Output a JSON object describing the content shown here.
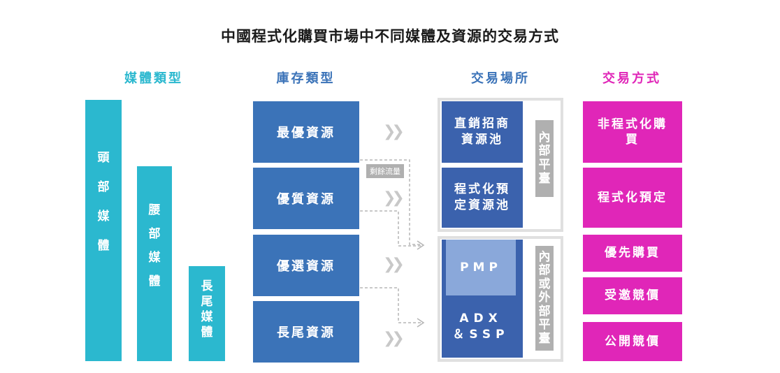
{
  "title": "中國程式化購買市場中不同媒體及資源的交易方式",
  "columns": {
    "media_type": "媒體類型",
    "inventory_type": "庫存類型",
    "venue": "交易場所",
    "deal_type": "交易方式"
  },
  "media": {
    "head": "頭部媒體",
    "waist": "腰部媒體",
    "longtail": "長尾媒體"
  },
  "inventory": [
    "最優資源",
    "優質資源",
    "優選資源",
    "長尾資源"
  ],
  "surplus_label": "剩餘流量",
  "venues": {
    "direct_pool": "直銷招商資源池",
    "programmatic_pool": "程式化預定資源池",
    "pmp": "PMP",
    "adx_ssp": "ADX＆SSP",
    "internal_platform": "內部平臺",
    "internal_external_platform": "內部或外部平臺"
  },
  "deals": [
    "非程式化購買",
    "程式化預定",
    "優先購買",
    "受邀競價",
    "公開競價"
  ],
  "colors": {
    "cyan": "#2bb8cf",
    "blue": "#3b73b8",
    "venue_blue": "#3b62ad",
    "pmp_blue": "#8aa8da",
    "magenta": "#e026b8",
    "gray": "#b0b0b0"
  }
}
